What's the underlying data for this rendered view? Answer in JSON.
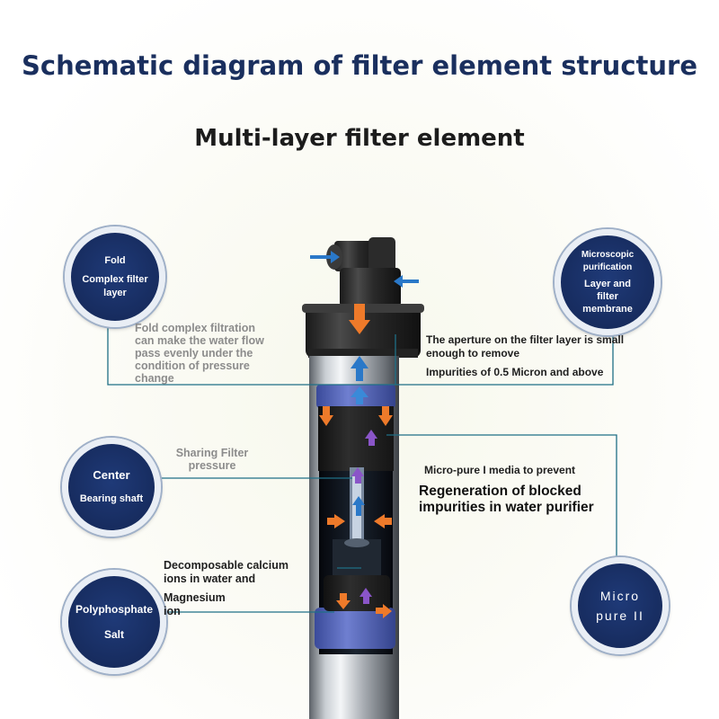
{
  "title": "Schematic diagram of filter element structure",
  "subtitle": "Multi-layer filter element",
  "callouts": {
    "fold": {
      "circle_lines": [
        "Fold",
        "Complex filter",
        "layer"
      ],
      "note_lines": [
        "Fold complex filtration",
        "can make the water flow",
        "pass evenly under the",
        "condition of pressure",
        "change"
      ]
    },
    "micro": {
      "circle_lines": [
        "Microscopic",
        "purification",
        "Layer and",
        "filter",
        "membrane"
      ],
      "note_lines": [
        "The aperture on the filter layer is small",
        "enough to remove"
      ],
      "note2": "Impurities of 0.5 Micron and above"
    },
    "center": {
      "circle_lines": [
        "Center",
        "Bearing shaft"
      ],
      "note_lines": [
        "Sharing Filter",
        "pressure"
      ]
    },
    "media": {
      "note_small": "Micro-pure I media to prevent",
      "note_big_lines": [
        "Regeneration of blocked",
        "impurities in water purifier"
      ]
    },
    "poly": {
      "circle_lines": [
        "Polyphosphate",
        "Salt"
      ],
      "note_lines": [
        "Decomposable calcium",
        "ions in water and",
        "Magnesium",
        "ion"
      ]
    },
    "micro_pure": {
      "circle_lines": [
        "Micro",
        "pure II"
      ]
    }
  },
  "colors": {
    "title": "#1a2f5e",
    "circle": "#172c5f",
    "leader": "#1f6f86",
    "arrow_orange": "#ee7a2a",
    "arrow_blue": "#2a78c8",
    "arrow_purple": "#8a55c8"
  }
}
